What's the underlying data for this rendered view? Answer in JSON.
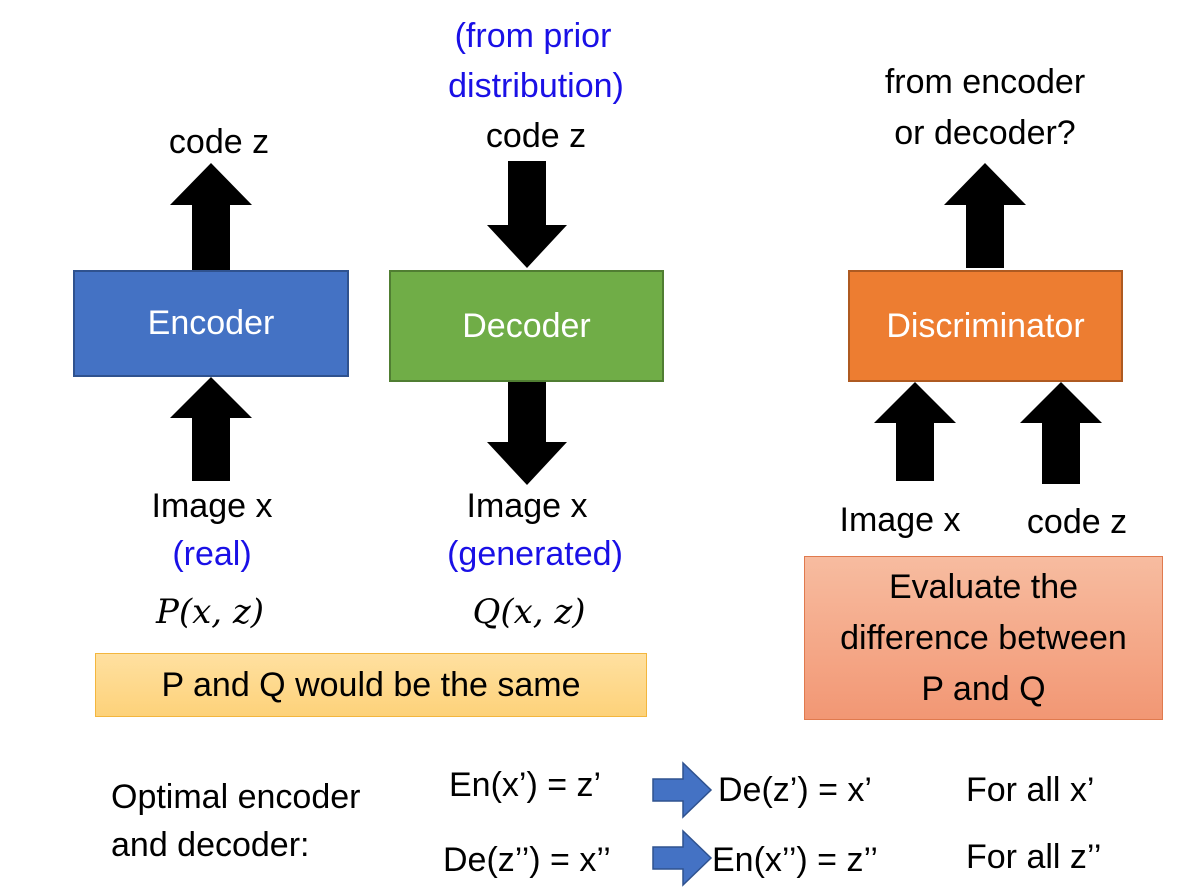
{
  "encoder": {
    "label": "Encoder",
    "output_label": "code z",
    "input_label": "Image x",
    "input_note": "(real)",
    "distribution": "P(x, z)"
  },
  "decoder": {
    "label": "Decoder",
    "input_note_line1": "(from prior",
    "input_note_line2": "distribution)",
    "input_label": "code z",
    "output_label": "Image x",
    "output_note": "(generated)",
    "distribution": "Q(x, z)"
  },
  "discriminator": {
    "label": "Discriminator",
    "question_line1": "from encoder",
    "question_line2": "or decoder?",
    "input1": "Image x",
    "input2": "code z",
    "evaluate_text": "Evaluate the difference between P and Q"
  },
  "same_note": "P and Q would be the same",
  "optimal": {
    "label_line1": "Optimal encoder",
    "label_line2": "and decoder:",
    "rows": [
      {
        "lhs": "En(x’) = z’",
        "rhs": "De(z’) = x’",
        "scope": "For all x’"
      },
      {
        "lhs": "De(z’’) = x’’",
        "rhs": "En(x’’) = z’’",
        "scope": "For all z’’"
      }
    ]
  },
  "colors": {
    "encoder": "#4472c4",
    "decoder": "#70ad47",
    "discriminator": "#ed7d31",
    "note_blue": "#1a10e6",
    "same_box": "#fdd27a",
    "eval_box": "#f4a582",
    "implies_arrow": "#4472c4"
  }
}
